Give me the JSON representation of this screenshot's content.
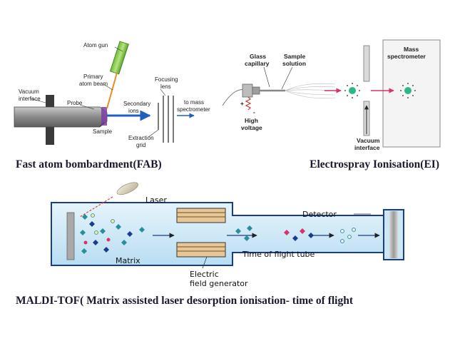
{
  "fab": {
    "caption": "Fast atom bombardment(FAB)",
    "labels": {
      "atom_gun": "Atom gun",
      "primary_1": "Primary",
      "primary_2": "atom beam",
      "vacuum_1": "Vacuum",
      "vacuum_2": "interface",
      "probe": "Probe",
      "sample": "Sample",
      "secondary_1": "Secondary",
      "secondary_2": "ions",
      "focusing_1": "Focusing",
      "focusing_2": "lens",
      "to_mass_1": "to mass",
      "to_mass_2": "spectrometer",
      "extraction_1": "Extraction",
      "extraction_2": "grid"
    }
  },
  "esi": {
    "caption": "Electrospray Ionisation(EI)",
    "labels": {
      "glass_1": "Glass",
      "glass_2": "capillary",
      "sample_1": "Sample",
      "sample_2": "solution",
      "mass_1": "Mass",
      "mass_2": "spectrometer",
      "high_1": "High",
      "high_2": "voltage",
      "vac_1": "Vacuum",
      "vac_2": "interface",
      "plus": "+",
      "minus": "-"
    }
  },
  "maldi": {
    "caption": "MALDI-TOF( Matrix assisted laser desorption ionisation- time of flight",
    "labels": {
      "laser": "Laser",
      "detector": "Detector",
      "matrix": "Matrix",
      "tof_tube": "Time of flight tube",
      "electric_1": "Electric",
      "electric_2": "field generator"
    }
  },
  "colors": {
    "tube_fill": "#cde8f6",
    "tube_stroke": "#1a3c8c",
    "ion_teal": "#2a8d9c",
    "arrow_blue": "#1f5fbf",
    "gun_green": "#8fd14f",
    "beam_orange": "#f08a24",
    "ion_pink": "#d8336b"
  }
}
